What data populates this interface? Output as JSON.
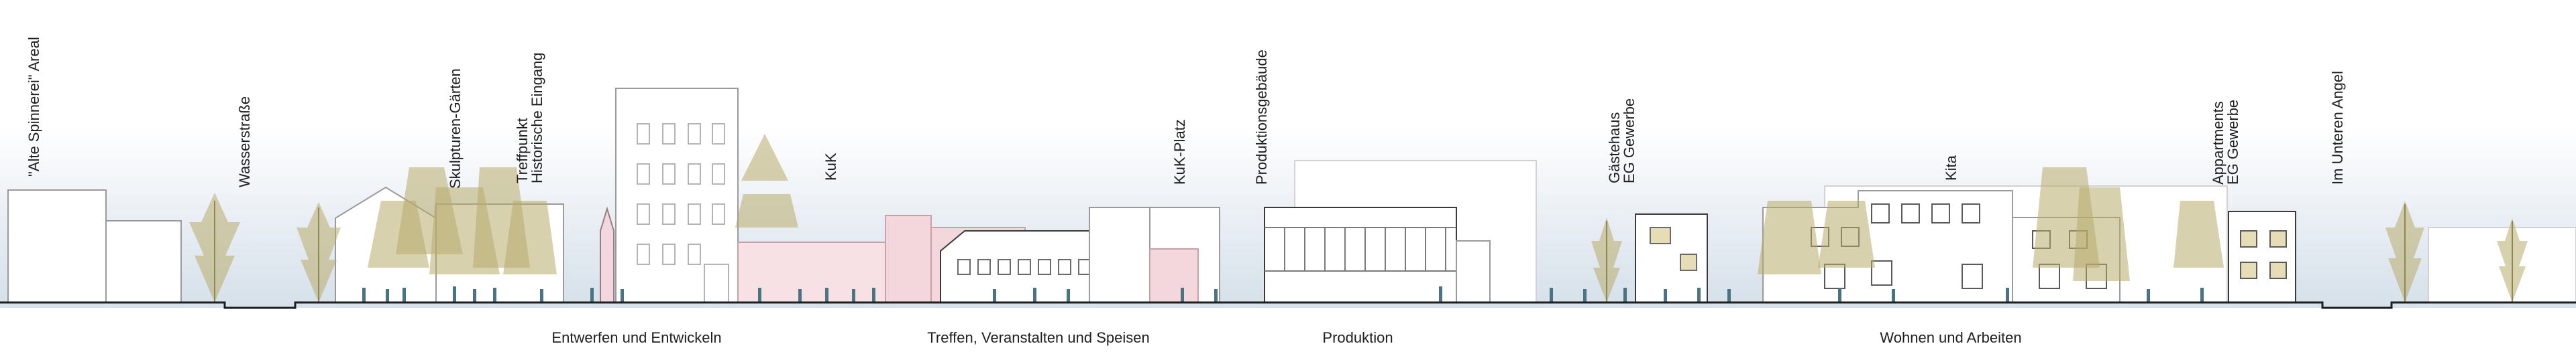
{
  "labels": {
    "alte_spinnerei": "\"Alte Spinnerei\" Areal",
    "wasserstrasse": "Wasserstraße",
    "skulpturen_gaerten": "Skulpturen-Gärten",
    "treffpunkt": "Treffpunkt",
    "historische_eingang": "Historische Eingang",
    "kuk": "KuK",
    "kuk_platz": "KuK-Platz",
    "produktionsgebaeude": "Produktionsgebäude",
    "gaestehaus": "Gästehaus",
    "gaestehaus_eg": "EG Gewerbe",
    "kita": "Kita",
    "appartments": "Appartments",
    "appartments_eg": "EG Gewerbe",
    "im_unteren_angel": "Im Unteren Angel"
  },
  "zones": {
    "entwerfen": "Entwerfen und Entwickeln",
    "treffen": "Treffen, Veranstalten und Speisen",
    "produktion": "Produktion",
    "wohnen": "Wohnen und Arbeiten"
  },
  "colors": {
    "line": "#1e1e1e",
    "building_stroke": "#9a9a9a",
    "tree_olive": "#b8ac6c",
    "tree_green": "#a9b07a",
    "pink": "#f4d7dd",
    "people": "#4a7484",
    "sky_bottom": "#d6e1ea"
  }
}
